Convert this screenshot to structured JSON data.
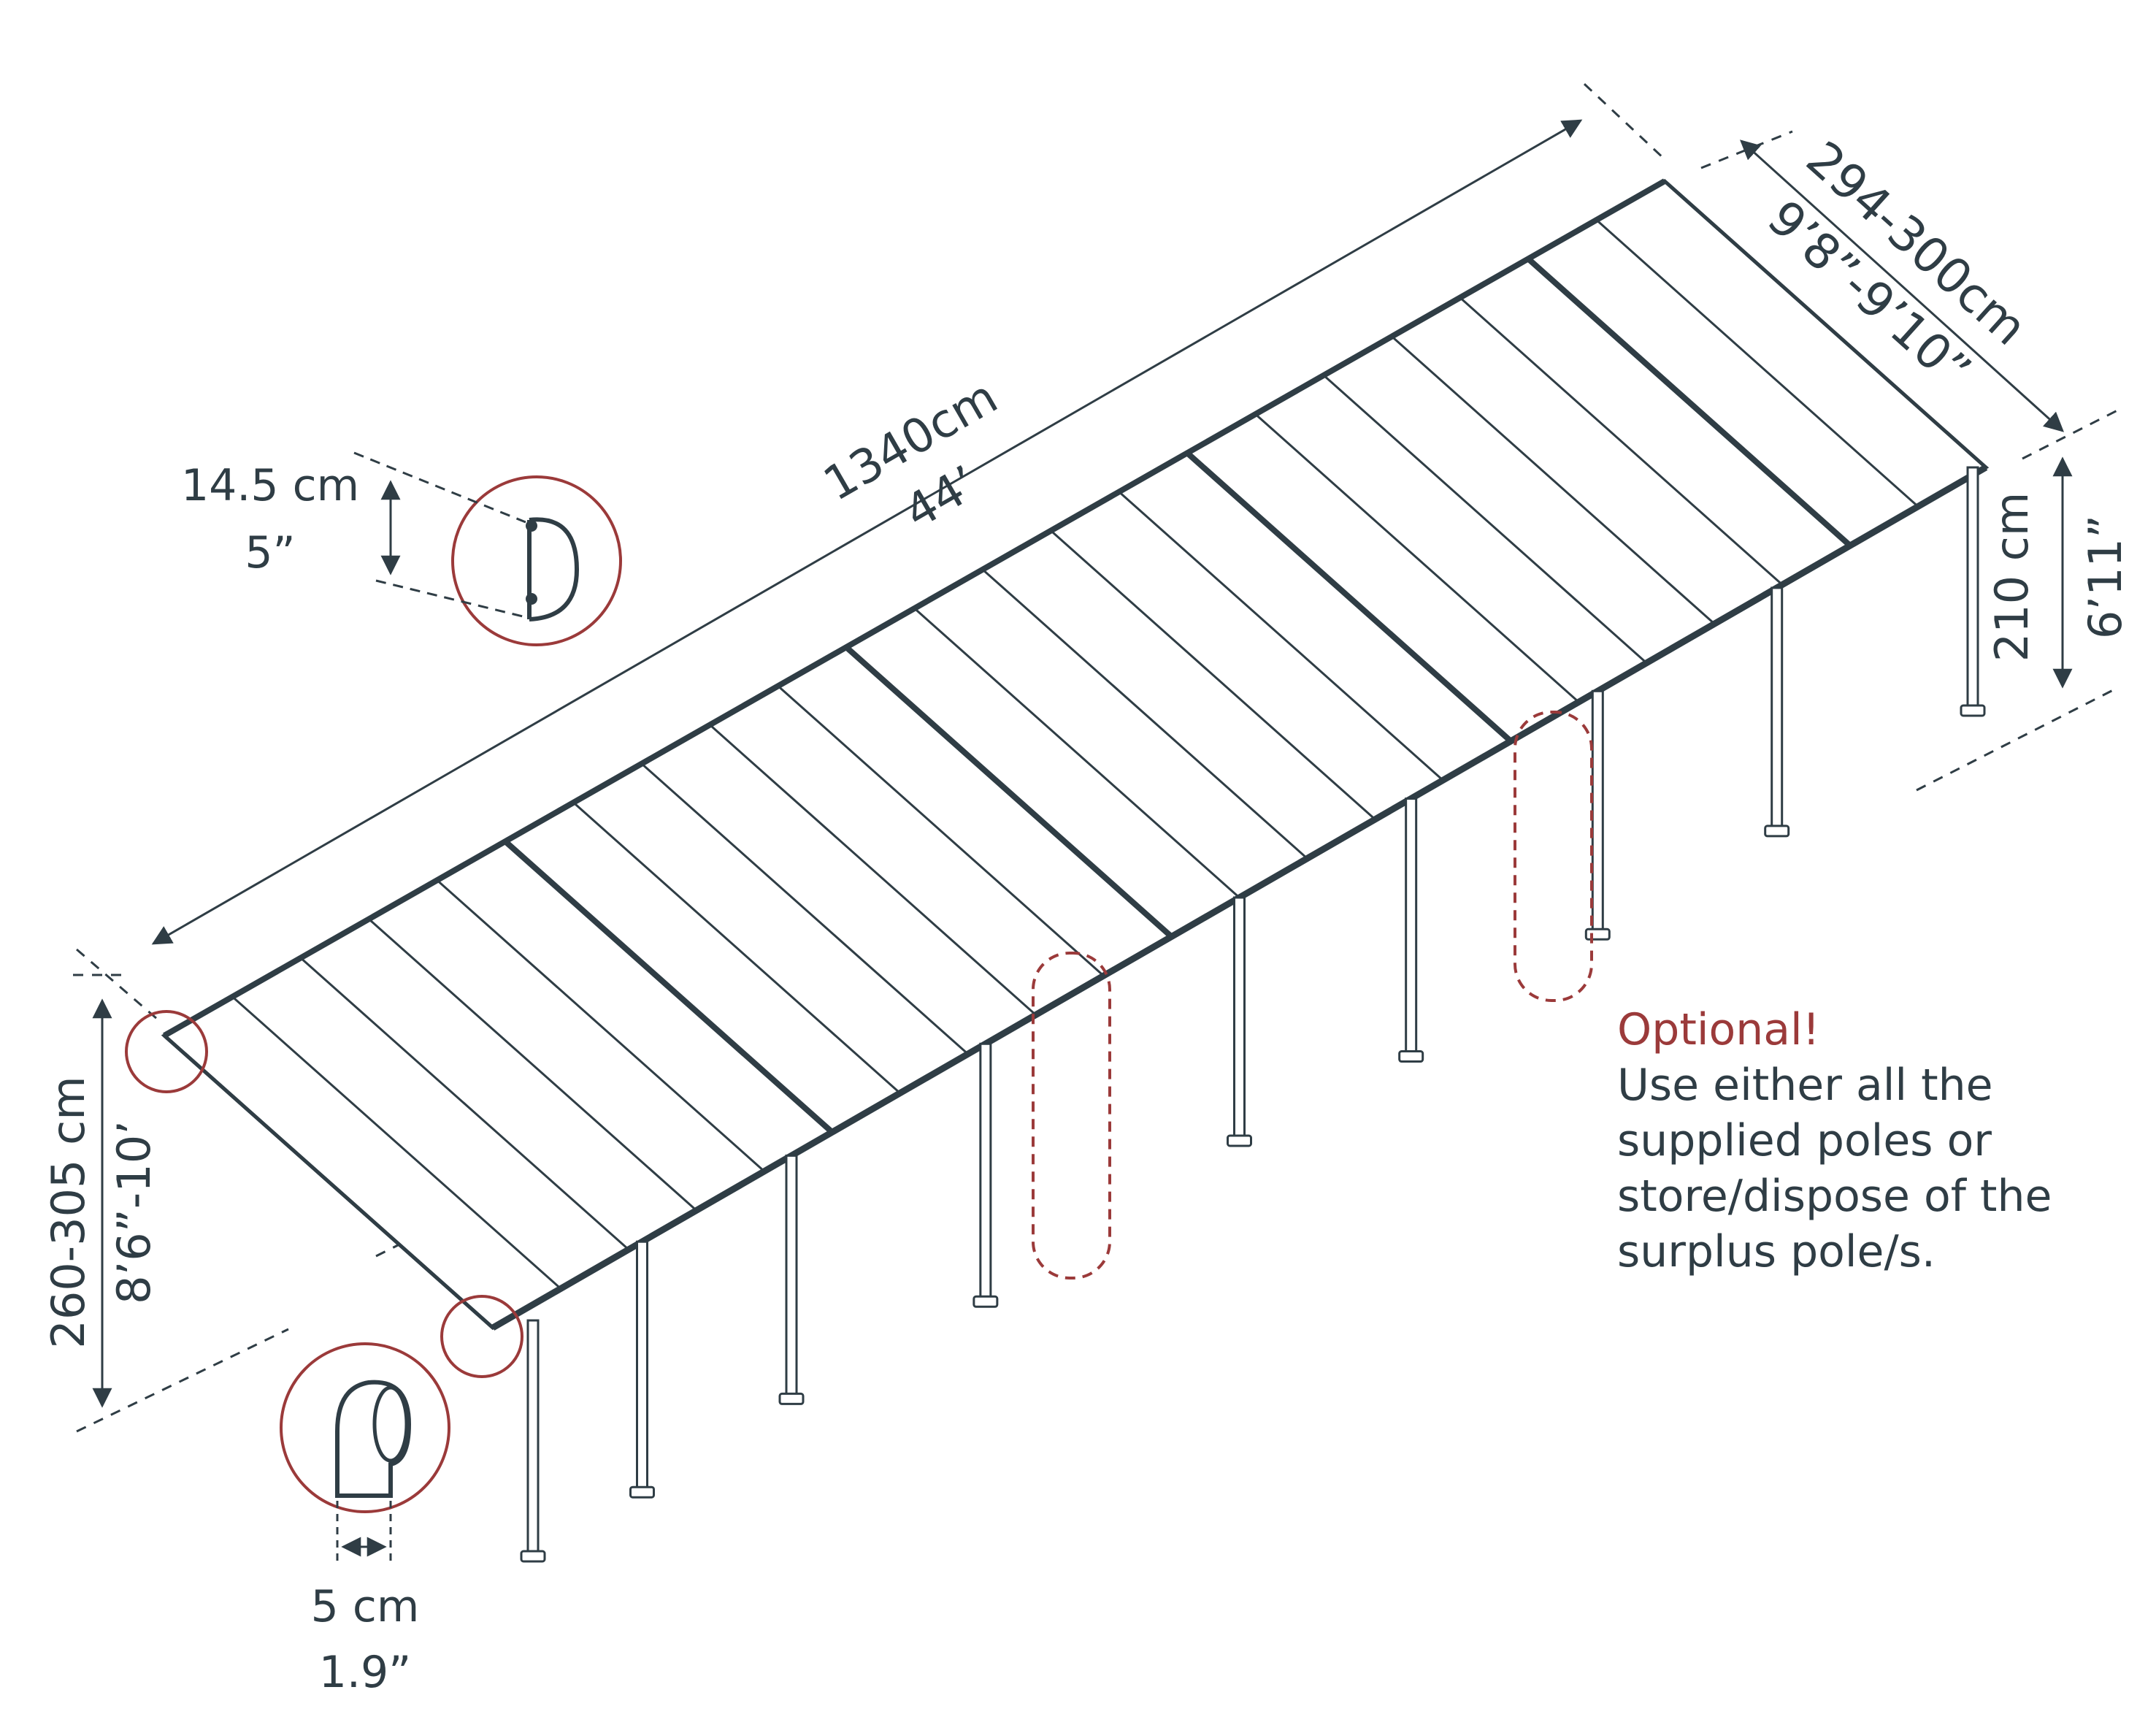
{
  "dimensions": {
    "length_cm": "1340cm",
    "length_ft": "44’",
    "width_cm": "294-300cm",
    "width_ft": "9’8”-9’10”",
    "back_height_cm": "210 cm",
    "back_height_ft": "6’11”",
    "front_height_cm": "260-305 cm",
    "front_height_ft": "8’6”-10’",
    "gutter_height_cm": "14.5 cm",
    "gutter_height_in": "5”",
    "post_width_cm": "5 cm",
    "post_width_in": "1.9”"
  },
  "note": {
    "title": "Optional!",
    "lines": [
      "Use either all the",
      "supplied poles or",
      "store/dispose of the",
      "surplus pole/s."
    ]
  },
  "colors": {
    "line": "#2f3d45",
    "accent": "#9b3a3a",
    "panel": "#ffffff"
  }
}
